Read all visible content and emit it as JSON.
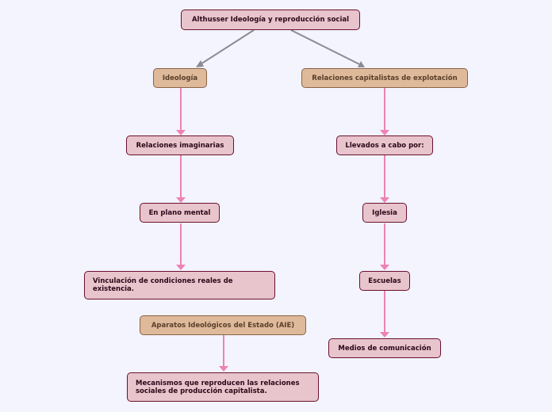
{
  "nodes": {
    "root": "Althusser Ideología y reproducción social",
    "ideologia": "Ideología",
    "relaciones_capitalistas": "Relaciones capitalistas de explotación",
    "relaciones_imaginarias": "Relaciones imaginarias",
    "llevados": "Llevados a cabo por:",
    "plano_mental": "En plano mental",
    "iglesia": "Iglesia",
    "vinculacion": "Vinculación de condiciones reales de existencia.",
    "escuelas": "Escuelas",
    "aie": "Aparatos Ideológicos del Estado (AIE)",
    "medios": "Medios de comunicación",
    "mecanismos": "Mecanismos que reproducen las relaciones sociales de producción capitalista."
  },
  "colors": {
    "background": "#f3f4fe",
    "pink_fill": "#e8c4cc",
    "pink_border": "#6a1030",
    "tan_fill": "#deb99a",
    "tan_border": "#8a6447",
    "gray_arrow": "#8a8c94",
    "pink_arrow": "#ee82b4"
  }
}
